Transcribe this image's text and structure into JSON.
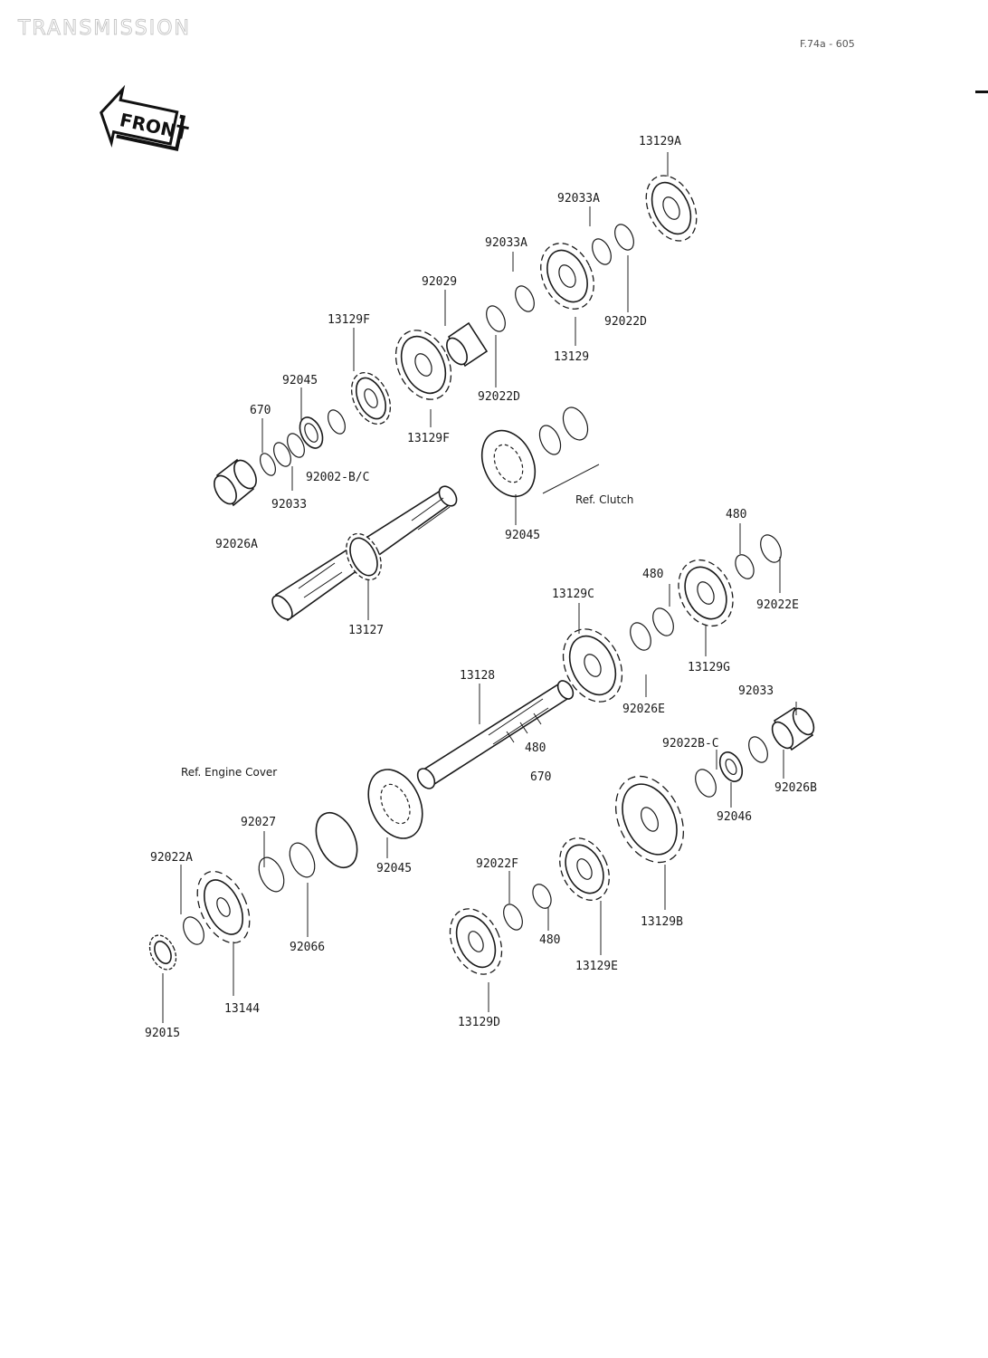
{
  "header": {
    "title": "TRANSMISSION",
    "page_ref": "F.74a - 605"
  },
  "front_badge": {
    "text": "FRONT"
  },
  "notes": {
    "clutch_ref": "Ref. Clutch",
    "engine_cover_ref": "Ref. Engine Cover"
  },
  "labels": [
    "13129A",
    "92033A",
    "92033A",
    "92022D",
    "92029",
    "13129",
    "13129F",
    "92022D",
    "92045",
    "13129F",
    "670",
    "92002-B/C",
    "92033",
    "92045",
    "92026A",
    "13127",
    "480",
    "480",
    "92022E",
    "13129C",
    "13129G",
    "13128",
    "92026E",
    "92033",
    "92022B-C",
    "480",
    "670",
    "92046",
    "92026B",
    "92027",
    "92045",
    "92022A",
    "92022F",
    "92066",
    "480",
    "13129B",
    "13129E",
    "13144",
    "13129D",
    "92015"
  ],
  "colors": {
    "ink": "#1a1a1a",
    "faint": "#c4c4c4",
    "paper": "#ffffff"
  }
}
